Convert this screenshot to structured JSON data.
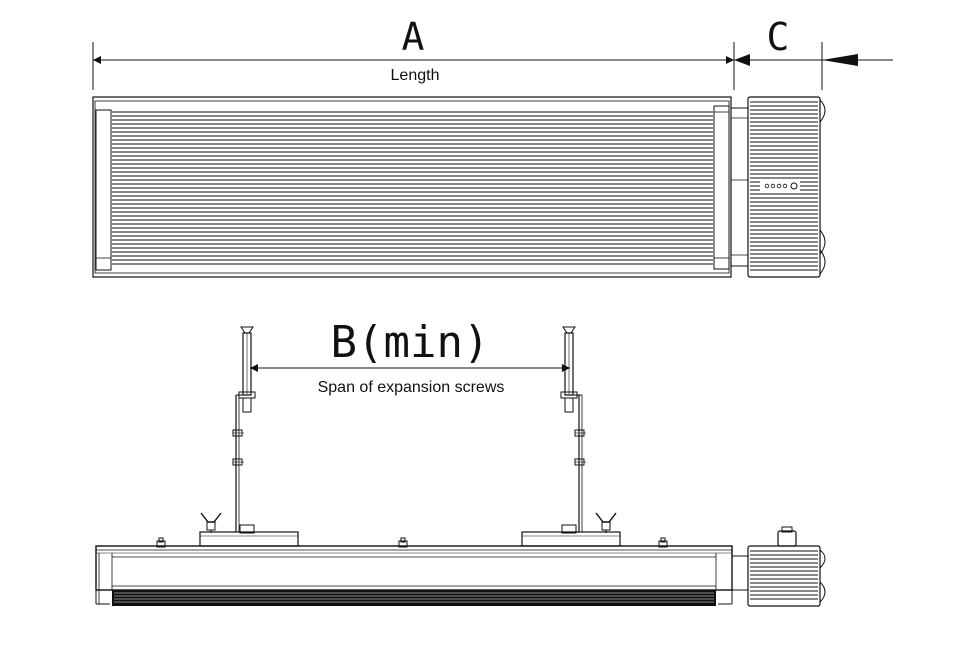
{
  "dimensions": {
    "a": {
      "letter": "A",
      "caption": "Length"
    },
    "b": {
      "letter": "B(min)",
      "caption": "Span of expansion screws"
    },
    "c": {
      "letter": "C"
    }
  },
  "colors": {
    "line": "#111111",
    "background": "#ffffff"
  }
}
